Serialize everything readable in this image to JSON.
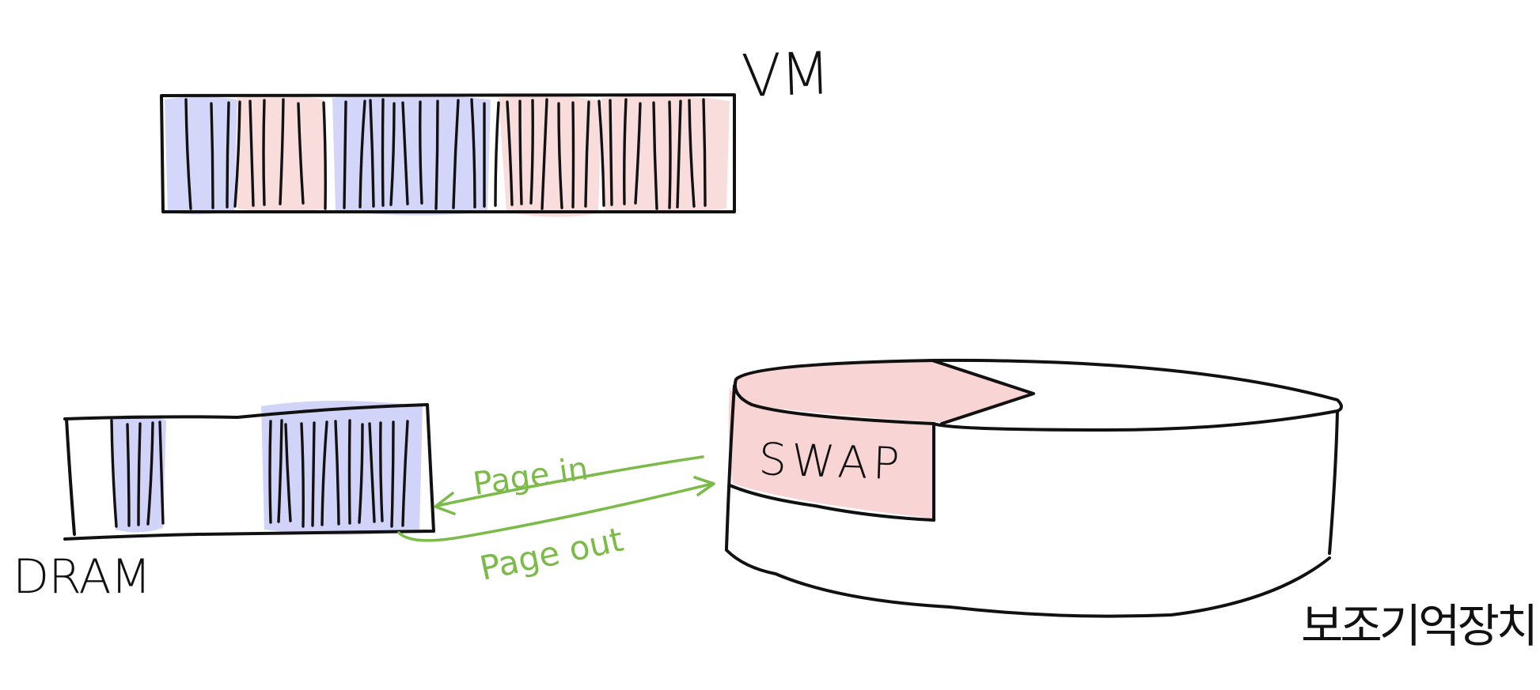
{
  "labels": {
    "vm": "VM",
    "dram": "DRAM",
    "swap": "SWAP",
    "page_in": "Page in",
    "page_out": "Page out",
    "storage": "보조기억장치"
  },
  "colors": {
    "ink": "#111111",
    "blue_highlight": "#c9cdf7",
    "pink_highlight": "#f8d4d4",
    "arrow_green": "#7cba4a"
  }
}
